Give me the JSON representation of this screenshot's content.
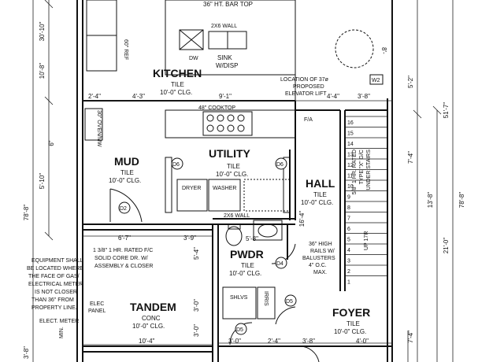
{
  "rooms": {
    "kitchen": "KITCHEN",
    "utility": "UTILITY",
    "mud": "MUD",
    "hall": "HALL",
    "pwdr": "PWDR",
    "tandem": "TANDEM",
    "foyer": "FOYER"
  },
  "finishes": {
    "kitchen": [
      "TILE",
      "10'-0\" CLG."
    ],
    "utility": [
      "TILE",
      "10'-0\" CLG."
    ],
    "mud": [
      "TILE",
      "10'-0\" CLG."
    ],
    "hall": [
      "TILE",
      "10'-0\" CLG."
    ],
    "pwdr": [
      "TILE",
      "10'-0\" CLG."
    ],
    "tandem": [
      "CONC",
      "10'-0\" CLG."
    ],
    "foyer": [
      "TILE",
      "10'-0\" CLG."
    ]
  },
  "notes": {
    "bar_top": "36\" HT. BAR TOP",
    "wall_2x6_top": "2X6 WALL",
    "wall_2x6_mid": "2X6 WALL",
    "sink": [
      "SINK",
      "W/DISP"
    ],
    "dw": "DW",
    "ref": "60\" REF",
    "cooktop": "48\" COOKTOP",
    "oven": "30\" OVEN/MW",
    "dryer": "DRYER",
    "washer": "WASHER",
    "elevator": [
      "LOCATION OF 37ø",
      "PROPOSED",
      "ELEVATOR LIFT"
    ],
    "door_note": [
      "1 3/8\" 1 HR. RATED F/C",
      "SOLID CORE DR. W/",
      "ASSEMBLY & CLOSER"
    ],
    "equipment": [
      "EQUIPMENT SHALL",
      "BE LOCATED WHERE",
      "THE FACE OF GAS/",
      "ELECTRICAL METER",
      "IS NOT CLOSER",
      "THAN 36\" FROM",
      "PROPERTY LINE."
    ],
    "elec_panel": [
      "ELEC",
      "PANEL"
    ],
    "elec_meter": "ELECT. METER",
    "min": "MIN.",
    "shlvs": "SHLVS",
    "rails": [
      "36\" HIGH",
      "RAILS W/",
      "BALUSTERS",
      "4\" O.C.",
      "MAX."
    ],
    "stair_note": [
      "5/8\" 1 HR. RATED",
      "TYPE \"X\" G/C",
      "UNDER STAIRS"
    ],
    "up": "UP 17R",
    "fa": "F/A",
    "irris": "IRRIS"
  },
  "tags": {
    "d2": "D2",
    "d4": "D4",
    "d5": "D5",
    "d5b": "D5",
    "d6a": "D6",
    "d6b": "D6",
    "w2": "W2"
  },
  "dimensions": {
    "k_30_10": "30'-10\"",
    "k_10_8": "10'-8\"",
    "d_2_4": "2'-4\"",
    "d_4_3": "4'-3\"",
    "d_9_1": "9'-1\"",
    "d_4_4": "4'-4\"",
    "d_3_8a": "3'-8\"",
    "d_5_2": "5'-2\"",
    "d_51_7": "51'-7\"",
    "d_5_10": "5'-10\"",
    "d_78_8l": "78'-8\"",
    "d_78_8r": "78'-8\"",
    "d_13_8": "13'-8\"",
    "d_21_0": "21'-0\"",
    "d_6_7": "6'-7\"",
    "d_3_9": "3'-9\"",
    "d_5_4": "5'-4\"",
    "d_5_8": "5'-8\"",
    "d_16_4": "16'-4\"",
    "d_3_0a": "3'-0\"",
    "d_3_0b": "3'-0\"",
    "d_10_4": "10'-4\"",
    "d_3_0c": "3'-0\"",
    "d_2_4b": "2'-4\"",
    "d_3_8b": "3'-8\"",
    "d_4_0": "4'-0\"",
    "d_7_4a": "7'-4\"",
    "d_7_4b": "7'-4\"",
    "d_3_8c": "3'-8\"",
    "d_8": "8'-",
    "d_6": "6\""
  },
  "stair_numbers": [
    "16",
    "15",
    "14",
    "13",
    "12",
    "11",
    "10",
    "9",
    "8",
    "7",
    "6",
    "5",
    "4",
    "3",
    "2",
    "1"
  ]
}
